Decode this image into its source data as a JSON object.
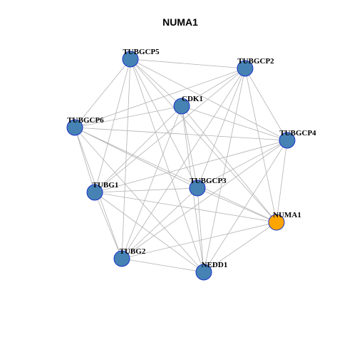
{
  "title": "NUMA1",
  "colors": {
    "default_node": "#4682b4",
    "highlight_node": "#ffa500",
    "node_border": "#1a33cc",
    "edge": "#b3b3b3"
  },
  "nodes": [
    {
      "id": "TUBGCP5",
      "label": "TUBGCP5",
      "highlight": false
    },
    {
      "id": "TUBGCP2",
      "label": "TUBGCP2",
      "highlight": false
    },
    {
      "id": "CDK1",
      "label": "CDK1",
      "highlight": false
    },
    {
      "id": "TUBGCP6",
      "label": "TUBGCP6",
      "highlight": false
    },
    {
      "id": "TUBGCP4",
      "label": "TUBGCP4",
      "highlight": false
    },
    {
      "id": "TUBG1",
      "label": "TUBG1",
      "highlight": false
    },
    {
      "id": "TUBGCP3",
      "label": "TUBGCP3",
      "highlight": false
    },
    {
      "id": "NUMA1",
      "label": "NUMA1",
      "highlight": true
    },
    {
      "id": "TUBG2",
      "label": "TUBG2",
      "highlight": false
    },
    {
      "id": "NEDD1",
      "label": "NEDD1",
      "highlight": false
    }
  ],
  "edges": [
    [
      "TUBGCP5",
      "TUBGCP2"
    ],
    [
      "TUBGCP5",
      "CDK1"
    ],
    [
      "TUBGCP5",
      "TUBGCP6"
    ],
    [
      "TUBGCP5",
      "TUBGCP4"
    ],
    [
      "TUBGCP5",
      "TUBG1"
    ],
    [
      "TUBGCP5",
      "TUBGCP3"
    ],
    [
      "TUBGCP5",
      "NUMA1"
    ],
    [
      "TUBGCP5",
      "TUBG2"
    ],
    [
      "TUBGCP5",
      "NEDD1"
    ],
    [
      "TUBGCP2",
      "CDK1"
    ],
    [
      "TUBGCP2",
      "TUBGCP6"
    ],
    [
      "TUBGCP2",
      "TUBGCP4"
    ],
    [
      "TUBGCP2",
      "TUBG1"
    ],
    [
      "TUBGCP2",
      "TUBGCP3"
    ],
    [
      "TUBGCP2",
      "NUMA1"
    ],
    [
      "TUBGCP2",
      "TUBG2"
    ],
    [
      "TUBGCP2",
      "NEDD1"
    ],
    [
      "CDK1",
      "TUBGCP6"
    ],
    [
      "CDK1",
      "TUBGCP4"
    ],
    [
      "CDK1",
      "TUBG1"
    ],
    [
      "CDK1",
      "TUBGCP3"
    ],
    [
      "CDK1",
      "NUMA1"
    ],
    [
      "CDK1",
      "TUBG2"
    ],
    [
      "CDK1",
      "NEDD1"
    ],
    [
      "TUBGCP6",
      "TUBGCP4"
    ],
    [
      "TUBGCP6",
      "TUBG1"
    ],
    [
      "TUBGCP6",
      "TUBGCP3"
    ],
    [
      "TUBGCP6",
      "NUMA1"
    ],
    [
      "TUBGCP6",
      "TUBG2"
    ],
    [
      "TUBGCP6",
      "NEDD1"
    ],
    [
      "TUBGCP4",
      "TUBG1"
    ],
    [
      "TUBGCP4",
      "TUBGCP3"
    ],
    [
      "TUBGCP4",
      "NUMA1"
    ],
    [
      "TUBGCP4",
      "TUBG2"
    ],
    [
      "TUBGCP4",
      "NEDD1"
    ],
    [
      "TUBG1",
      "TUBGCP3"
    ],
    [
      "TUBG1",
      "NUMA1"
    ],
    [
      "TUBG1",
      "TUBG2"
    ],
    [
      "TUBG1",
      "NEDD1"
    ],
    [
      "TUBGCP3",
      "NUMA1"
    ],
    [
      "TUBGCP3",
      "TUBG2"
    ],
    [
      "TUBGCP3",
      "NEDD1"
    ],
    [
      "NUMA1",
      "TUBG2"
    ],
    [
      "NUMA1",
      "NEDD1"
    ],
    [
      "TUBG2",
      "NEDD1"
    ]
  ]
}
